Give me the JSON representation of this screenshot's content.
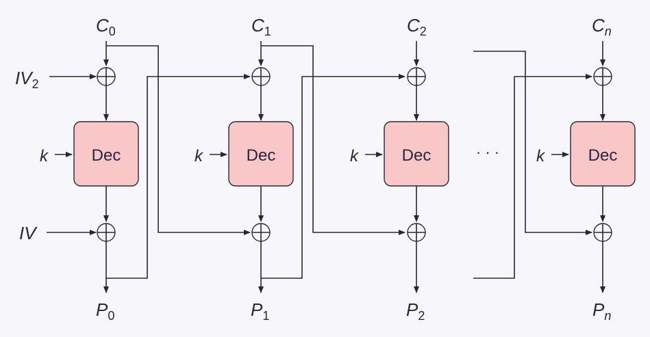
{
  "diagram": {
    "inputs": {
      "iv2": "IV",
      "iv2_sub": "2",
      "iv": "IV",
      "key": "k"
    },
    "stages": [
      {
        "c_base": "C",
        "c_sub": "0",
        "p_base": "P",
        "p_sub": "0",
        "block": "Dec",
        "key": "k"
      },
      {
        "c_base": "C",
        "c_sub": "1",
        "p_base": "P",
        "p_sub": "1",
        "block": "Dec",
        "key": "k"
      },
      {
        "c_base": "C",
        "c_sub": "2",
        "p_base": "P",
        "p_sub": "2",
        "block": "Dec",
        "key": "k"
      },
      {
        "c_base": "C",
        "c_sub": "n",
        "p_base": "P",
        "p_sub": "n",
        "block": "Dec",
        "key": "k"
      }
    ],
    "ellipsis": "· · ·",
    "colors": {
      "block_fill": "#f9c7c7",
      "line": "#26263d",
      "background": "#f6f6fb"
    }
  }
}
